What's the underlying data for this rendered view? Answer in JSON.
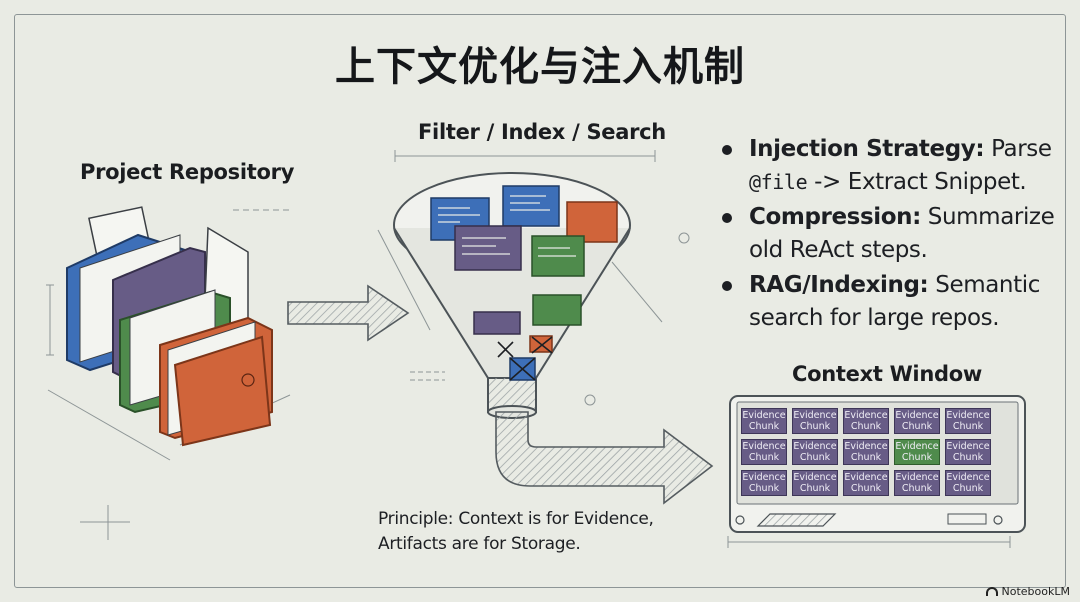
{
  "title": "上下文优化与注入机制",
  "repo_label": "Project Repository",
  "funnel_label": "Filter / Index / Search",
  "context_label": "Context Window",
  "bullets": [
    {
      "strong": "Injection Strategy:",
      "text": " Parse",
      "code": "@file",
      "rest": " -> Extract Snippet."
    },
    {
      "strong": "Compression:",
      "text": " Summarize old ReAct steps."
    },
    {
      "strong": "RAG/Indexing:",
      "text": " Semantic search for large repos."
    }
  ],
  "principle_line1": "Principle: Context is for Evidence,",
  "principle_line2": "Artifacts are for Storage.",
  "chunks": [
    {
      "label": "Evidence Chunk",
      "highlight": false
    },
    {
      "label": "Evidence Chunk",
      "highlight": false
    },
    {
      "label": "Evidence Chunk",
      "highlight": false
    },
    {
      "label": "Evidence Chunk",
      "highlight": false
    },
    {
      "label": "Evidence Chunk",
      "highlight": false
    },
    {
      "label": "Evidence Chunk",
      "highlight": false
    },
    {
      "label": "Evidence Chunk",
      "highlight": false
    },
    {
      "label": "Evidence Chunk",
      "highlight": false
    },
    {
      "label": "Evidence Chunk",
      "highlight": true
    },
    {
      "label": "Evidence Chunk",
      "highlight": false
    },
    {
      "label": "Evidence Chunk",
      "highlight": false
    },
    {
      "label": "Evidence Chunk",
      "highlight": false
    },
    {
      "label": "Evidence Chunk",
      "highlight": false
    },
    {
      "label": "Evidence Chunk",
      "highlight": false
    },
    {
      "label": "Evidence Chunk",
      "highlight": false
    }
  ],
  "brand": "NotebookLM",
  "colors": {
    "blue": "#3d6fb8",
    "purple": "#675c86",
    "green": "#4f8b4c",
    "orange": "#d0643a",
    "line": "#8d9596",
    "bg": "#e9ebe4"
  }
}
